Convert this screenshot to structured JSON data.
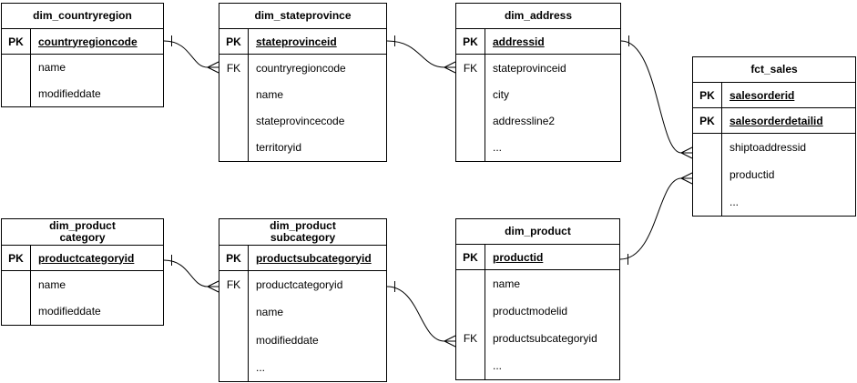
{
  "diagram": {
    "background_color": "#ffffff",
    "stroke_color": "#000000",
    "tables": [
      {
        "title": "dim_countryregion",
        "key_rows": [
          {
            "tag": "PK",
            "name": "countryregioncode"
          }
        ],
        "field_rows": [
          {
            "tag": "",
            "name": "name"
          },
          {
            "tag": "",
            "name": "modifieddate"
          }
        ]
      },
      {
        "title": "dim_stateprovince",
        "key_rows": [
          {
            "tag": "PK",
            "name": "stateprovinceid"
          }
        ],
        "field_rows": [
          {
            "tag": "FK",
            "name": "countryregioncode"
          },
          {
            "tag": "",
            "name": "name"
          },
          {
            "tag": "",
            "name": "stateprovincecode"
          },
          {
            "tag": "",
            "name": "territoryid"
          }
        ]
      },
      {
        "title": "dim_address",
        "key_rows": [
          {
            "tag": "PK",
            "name": "addressid"
          }
        ],
        "field_rows": [
          {
            "tag": "FK",
            "name": "stateprovinceid"
          },
          {
            "tag": "",
            "name": "city"
          },
          {
            "tag": "",
            "name": "addressline2"
          },
          {
            "tag": "",
            "name": "..."
          }
        ]
      },
      {
        "title": "fct_sales",
        "key_rows": [
          {
            "tag": "PK",
            "name": "salesorderid"
          },
          {
            "tag": "PK",
            "name": "salesorderdetailid"
          }
        ],
        "field_rows": [
          {
            "tag": "",
            "name": "shiptoaddressid"
          },
          {
            "tag": "",
            "name": "productid"
          },
          {
            "tag": "",
            "name": "..."
          }
        ]
      },
      {
        "title": "dim_product\ncategory",
        "key_rows": [
          {
            "tag": "PK",
            "name": "productcategoryid"
          }
        ],
        "field_rows": [
          {
            "tag": "",
            "name": "name"
          },
          {
            "tag": "",
            "name": "modifieddate"
          }
        ]
      },
      {
        "title": "dim_product\nsubcategory",
        "key_rows": [
          {
            "tag": "PK",
            "name": "productsubcategoryid"
          }
        ],
        "field_rows": [
          {
            "tag": "FK",
            "name": "productcategoryid"
          },
          {
            "tag": "",
            "name": "name"
          },
          {
            "tag": "",
            "name": "modifieddate"
          },
          {
            "tag": "",
            "name": "..."
          }
        ]
      },
      {
        "title": "dim_product",
        "key_rows": [
          {
            "tag": "PK",
            "name": "productid"
          }
        ],
        "field_rows": [
          {
            "tag": "",
            "name": "name"
          },
          {
            "tag": "",
            "name": "productmodelid"
          },
          {
            "tag": "FK",
            "name": "productsubcategoryid"
          },
          {
            "tag": "",
            "name": "..."
          }
        ]
      }
    ],
    "relations": [
      {
        "from": "dim_countryregion",
        "from_column": "countryregioncode",
        "to": "dim_stateprovince",
        "to_column": "countryregioncode",
        "from_cardinality": "one",
        "to_cardinality": "many"
      },
      {
        "from": "dim_stateprovince",
        "from_column": "stateprovinceid",
        "to": "dim_address",
        "to_column": "stateprovinceid",
        "from_cardinality": "one",
        "to_cardinality": "many"
      },
      {
        "from": "dim_address",
        "from_column": "addressid",
        "to": "fct_sales",
        "to_column": "shiptoaddressid",
        "from_cardinality": "one",
        "to_cardinality": "many"
      },
      {
        "from": "dim_product",
        "from_column": "productid",
        "to": "fct_sales",
        "to_column": "productid",
        "from_cardinality": "one",
        "to_cardinality": "many"
      },
      {
        "from": "dim_productcategory",
        "from_column": "productcategoryid",
        "to": "dim_productsubcategory",
        "to_column": "productcategoryid",
        "from_cardinality": "one",
        "to_cardinality": "many"
      },
      {
        "from": "dim_productsubcategory",
        "from_column": "productsubcategoryid",
        "to": "dim_product",
        "to_column": "productsubcategoryid",
        "from_cardinality": "one",
        "to_cardinality": "many"
      }
    ]
  }
}
